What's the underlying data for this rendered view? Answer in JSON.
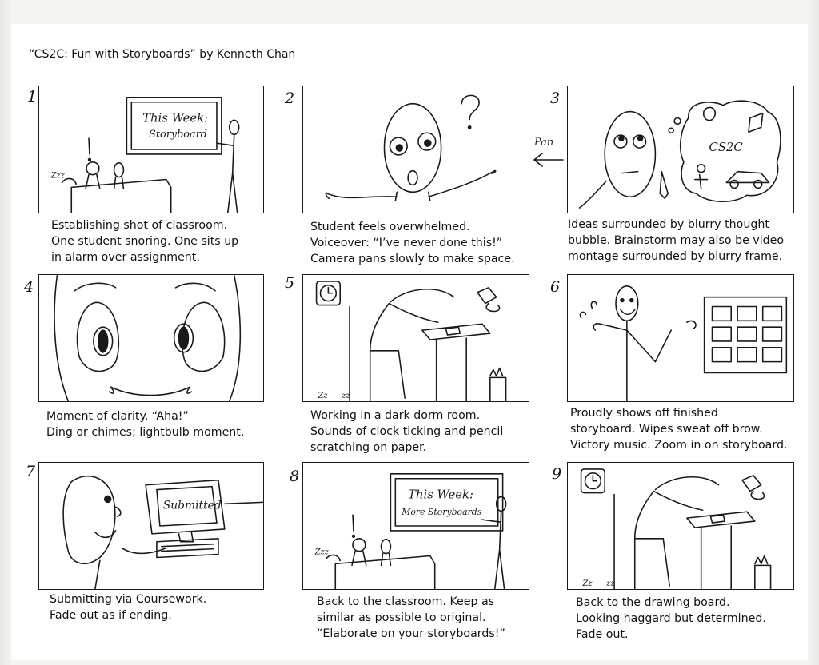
{
  "document": {
    "title": "“CS2C: Fun with Storyboards” by Kenneth Chan",
    "pan_label": "Pan"
  },
  "panels": [
    {
      "number": "1",
      "board_text": [
        "This Week:",
        "Storyboard"
      ],
      "snore": "Zzz",
      "caption": [
        "Establishing shot of classroom.",
        "One student snoring. One sits up",
        "in alarm over assignment."
      ]
    },
    {
      "number": "2",
      "caption": [
        "Student feels overwhelmed.",
        "Voiceover: “I’ve never done this!”",
        "Camera pans slowly to make space."
      ]
    },
    {
      "number": "3",
      "bubble_text": "CS2C",
      "caption": [
        "Ideas surrounded by blurry thought",
        "bubble. Brainstorm may also be video",
        "montage surrounded by blurry frame."
      ]
    },
    {
      "number": "4",
      "caption": [
        "Moment of clarity. “Aha!”",
        "Ding or chimes; lightbulb moment."
      ]
    },
    {
      "number": "5",
      "caption": [
        "Working in a dark dorm room.",
        "Sounds of clock ticking and pencil",
        "scratching on paper."
      ]
    },
    {
      "number": "6",
      "caption": [
        "Proudly shows off finished",
        "storyboard. Wipes sweat off brow.",
        "Victory music. Zoom in on storyboard."
      ]
    },
    {
      "number": "7",
      "screen_text": "Submitted",
      "caption": [
        "Submitting via Coursework.",
        "Fade out as if ending."
      ]
    },
    {
      "number": "8",
      "board_text": [
        "This Week:",
        "More Storyboards"
      ],
      "snore": "Zzz",
      "caption": [
        "Back to the classroom. Keep as",
        "similar as possible to original.",
        "“Elaborate on your storyboards!”"
      ]
    },
    {
      "number": "9",
      "caption": [
        "Back to the drawing board.",
        "Looking haggard but determined.",
        "Fade out."
      ]
    }
  ]
}
